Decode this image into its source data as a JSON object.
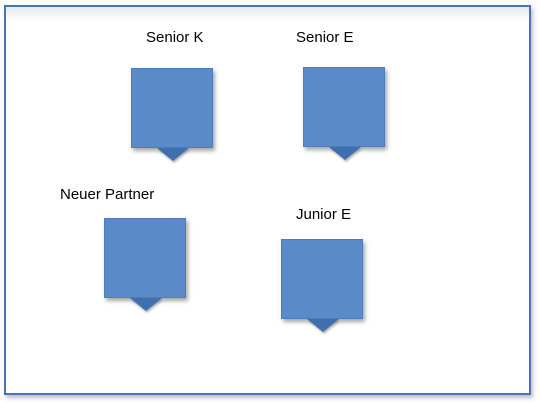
{
  "nodes": [
    {
      "id": "senior-k",
      "label": "Senior K"
    },
    {
      "id": "senior-e",
      "label": "Senior E"
    },
    {
      "id": "neuer-partner",
      "label": "Neuer Partner"
    },
    {
      "id": "junior-e",
      "label": "Junior E"
    }
  ],
  "colors": {
    "frame_border": "#4a74b4",
    "node_fill": "#5b8ac9",
    "node_tab": "#3f6fae"
  }
}
